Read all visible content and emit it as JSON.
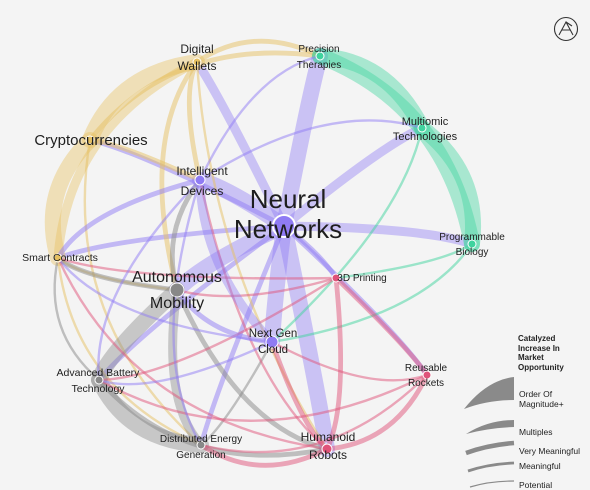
{
  "nodes": [
    {
      "id": "neural",
      "label": [
        "Neural",
        "Networks"
      ],
      "color": "#8f7bf4"
    },
    {
      "id": "crypto",
      "label": [
        "Cryptocurrencies"
      ],
      "color": "#e6c061"
    },
    {
      "id": "wallets",
      "label": [
        "Digital",
        "Wallets"
      ],
      "color": "#e6c061"
    },
    {
      "id": "precision",
      "label": [
        "Precision",
        "Therapies"
      ],
      "color": "#3fd39e"
    },
    {
      "id": "multiomic",
      "label": [
        "Multiomic",
        "Technologies"
      ],
      "color": "#3fd39e"
    },
    {
      "id": "intelligent",
      "label": [
        "Intelligent",
        "Devices"
      ],
      "color": "#8f7bf4"
    },
    {
      "id": "programmable",
      "label": [
        "Programmable",
        "Biology"
      ],
      "color": "#3fd39e"
    },
    {
      "id": "smart",
      "label": [
        "Smart Contracts"
      ],
      "color": "#e6c061"
    },
    {
      "id": "auto",
      "label": [
        "Autonomous",
        "Mobility"
      ],
      "color": "#888888"
    },
    {
      "id": "printing",
      "label": [
        "3D Printing"
      ],
      "color": "#e0537a"
    },
    {
      "id": "cloud",
      "label": [
        "Next Gen",
        "Cloud"
      ],
      "color": "#8f7bf4"
    },
    {
      "id": "battery",
      "label": [
        "Advanced Battery",
        "Technology"
      ],
      "color": "#888888"
    },
    {
      "id": "rockets",
      "label": [
        "Reusable",
        "Rockets"
      ],
      "color": "#e0537a"
    },
    {
      "id": "energy",
      "label": [
        "Distributed Energy",
        "Generation"
      ],
      "color": "#888888"
    },
    {
      "id": "robots",
      "label": [
        "Humanoid",
        "Robots"
      ],
      "color": "#e0537a"
    }
  ],
  "links": [
    {
      "s": "neural",
      "t": "precision",
      "level": 4,
      "color": "#8f7bf4"
    },
    {
      "s": "neural",
      "t": "multiomic",
      "level": 3,
      "color": "#8f7bf4"
    },
    {
      "s": "neural",
      "t": "intelligent",
      "level": 4,
      "color": "#8f7bf4"
    },
    {
      "s": "neural",
      "t": "auto",
      "level": 4,
      "color": "#8f7bf4"
    },
    {
      "s": "neural",
      "t": "cloud",
      "level": 4,
      "color": "#8f7bf4"
    },
    {
      "s": "neural",
      "t": "robots",
      "level": 4,
      "color": "#8f7bf4"
    },
    {
      "s": "neural",
      "t": "programmable",
      "level": 3,
      "color": "#8f7bf4"
    },
    {
      "s": "neural",
      "t": "wallets",
      "level": 3,
      "color": "#8f7bf4"
    },
    {
      "s": "neural",
      "t": "smart",
      "level": 2,
      "color": "#8f7bf4"
    },
    {
      "s": "neural",
      "t": "battery",
      "level": 2,
      "color": "#8f7bf4"
    },
    {
      "s": "neural",
      "t": "printing",
      "level": 2,
      "color": "#8f7bf4"
    },
    {
      "s": "neural",
      "t": "energy",
      "level": 2,
      "color": "#8f7bf4"
    },
    {
      "s": "neural",
      "t": "rockets",
      "level": 2,
      "color": "#8f7bf4"
    },
    {
      "s": "neural",
      "t": "crypto",
      "level": 2,
      "color": "#8f7bf4"
    },
    {
      "s": "crypto",
      "t": "wallets",
      "level": 4,
      "color": "#e6c061"
    },
    {
      "s": "crypto",
      "t": "smart",
      "level": 4,
      "color": "#e6c061"
    },
    {
      "s": "crypto",
      "t": "intelligent",
      "level": 2,
      "color": "#e6c061"
    },
    {
      "s": "crypto",
      "t": "precision",
      "level": 2,
      "color": "#e6c061"
    },
    {
      "s": "crypto",
      "t": "energy",
      "level": 1,
      "color": "#e6c061"
    },
    {
      "s": "wallets",
      "t": "smart",
      "level": 3,
      "color": "#e6c061"
    },
    {
      "s": "wallets",
      "t": "intelligent",
      "level": 2,
      "color": "#e6c061"
    },
    {
      "s": "wallets",
      "t": "auto",
      "level": 2,
      "color": "#e6c061"
    },
    {
      "s": "wallets",
      "t": "precision",
      "level": 2,
      "color": "#e6c061"
    },
    {
      "s": "wallets",
      "t": "robots",
      "level": 1,
      "color": "#e6c061"
    },
    {
      "s": "smart",
      "t": "energy",
      "level": 1,
      "color": "#e6c061"
    },
    {
      "s": "smart",
      "t": "auto",
      "level": 1,
      "color": "#e6c061"
    },
    {
      "s": "precision",
      "t": "multiomic",
      "level": 4,
      "color": "#3fd39e"
    },
    {
      "s": "precision",
      "t": "programmable",
      "level": 4,
      "color": "#3fd39e"
    },
    {
      "s": "multiomic",
      "t": "programmable",
      "level": 4,
      "color": "#3fd39e"
    },
    {
      "s": "multiomic",
      "t": "cloud",
      "level": 1,
      "color": "#3fd39e"
    },
    {
      "s": "programmable",
      "t": "printing",
      "level": 1,
      "color": "#3fd39e"
    },
    {
      "s": "programmable",
      "t": "cloud",
      "level": 1,
      "color": "#3fd39e"
    },
    {
      "s": "auto",
      "t": "battery",
      "level": 4,
      "color": "#888888"
    },
    {
      "s": "auto",
      "t": "energy",
      "level": 3,
      "color": "#888888"
    },
    {
      "s": "battery",
      "t": "energy",
      "level": 4,
      "color": "#888888"
    },
    {
      "s": "auto",
      "t": "smart",
      "level": 2,
      "color": "#888888"
    },
    {
      "s": "auto",
      "t": "intelligent",
      "level": 2,
      "color": "#888888"
    },
    {
      "s": "auto",
      "t": "robots",
      "level": 2,
      "color": "#888888"
    },
    {
      "s": "battery",
      "t": "robots",
      "level": 2,
      "color": "#888888"
    },
    {
      "s": "energy",
      "t": "cloud",
      "level": 1,
      "color": "#888888"
    },
    {
      "s": "battery",
      "t": "smart",
      "level": 1,
      "color": "#888888"
    },
    {
      "s": "printing",
      "t": "rockets",
      "level": 2,
      "color": "#e0537a"
    },
    {
      "s": "printing",
      "t": "robots",
      "level": 2,
      "color": "#e0537a"
    },
    {
      "s": "printing",
      "t": "auto",
      "level": 1,
      "color": "#e0537a"
    },
    {
      "s": "printing",
      "t": "battery",
      "level": 1,
      "color": "#e0537a"
    },
    {
      "s": "printing",
      "t": "smart",
      "level": 1,
      "color": "#e0537a"
    },
    {
      "s": "rockets",
      "t": "robots",
      "level": 2,
      "color": "#e0537a"
    },
    {
      "s": "rockets",
      "t": "energy",
      "level": 1,
      "color": "#e0537a"
    },
    {
      "s": "rockets",
      "t": "battery",
      "level": 1,
      "color": "#e0537a"
    },
    {
      "s": "rockets",
      "t": "cloud",
      "level": 1,
      "color": "#e0537a"
    },
    {
      "s": "robots",
      "t": "cloud",
      "level": 2,
      "color": "#e0537a"
    },
    {
      "s": "robots",
      "t": "energy",
      "level": 2,
      "color": "#e0537a"
    },
    {
      "s": "robots",
      "t": "intelligent",
      "level": 1,
      "color": "#e0537a"
    },
    {
      "s": "robots",
      "t": "smart",
      "level": 1,
      "color": "#e0537a"
    },
    {
      "s": "cloud",
      "t": "intelligent",
      "level": 3,
      "color": "#8f7bf4"
    },
    {
      "s": "cloud",
      "t": "auto",
      "level": 2,
      "color": "#8f7bf4"
    },
    {
      "s": "cloud",
      "t": "battery",
      "level": 1,
      "color": "#8f7bf4"
    },
    {
      "s": "cloud",
      "t": "smart",
      "level": 1,
      "color": "#8f7bf4"
    },
    {
      "s": "intelligent",
      "t": "smart",
      "level": 2,
      "color": "#8f7bf4"
    },
    {
      "s": "intelligent",
      "t": "battery",
      "level": 1,
      "color": "#8f7bf4"
    },
    {
      "s": "intelligent",
      "t": "precision",
      "level": 1,
      "color": "#8f7bf4"
    },
    {
      "s": "intelligent",
      "t": "multiomic",
      "level": 1,
      "color": "#8f7bf4"
    },
    {
      "s": "intelligent",
      "t": "energy",
      "level": 1,
      "color": "#8f7bf4"
    }
  ],
  "legend": {
    "title": "Catalyzed\nIncrease In\nMarket\nOpportunity",
    "items": [
      {
        "label": "Order Of\nMagnitude+",
        "level": 4
      },
      {
        "label": "Multiples",
        "level": 3
      },
      {
        "label": "Very Meaningful",
        "level": 2
      },
      {
        "label": "Meaningful",
        "level": 1
      },
      {
        "label": "Potential",
        "level": 0
      }
    ]
  },
  "logo": {
    "icon": "ark-logo-icon"
  }
}
